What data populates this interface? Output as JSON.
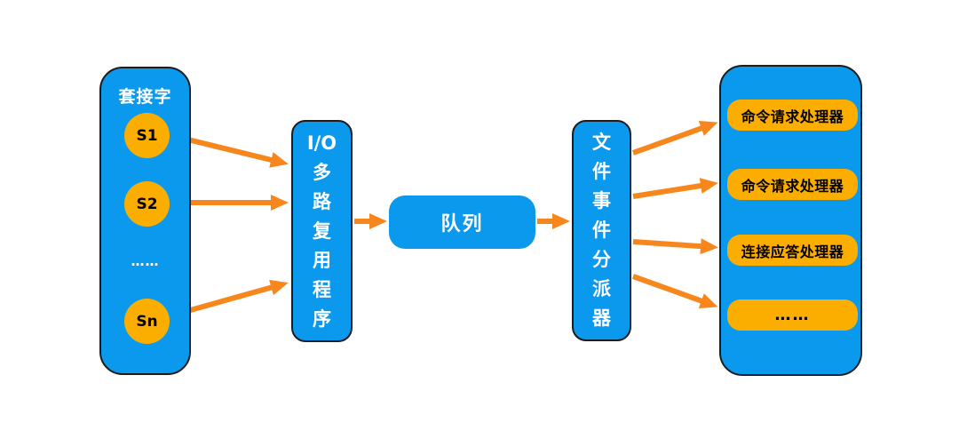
{
  "colors": {
    "panel_blue": "#0a99ec",
    "node_orange": "#fbae00",
    "arrow_orange": "#f7871d",
    "border_dark": "#1c1c1c",
    "text_on_blue": "#ffffff",
    "text_on_orange": "#000000",
    "background": "#ffffff"
  },
  "sockets": {
    "title": "套接字",
    "items": [
      {
        "label": "S1"
      },
      {
        "label": "S2"
      },
      {
        "label": "Sn"
      }
    ],
    "ellipsis": "……"
  },
  "io_multiplexer": {
    "label": "I/O\n多\n路\n复\n用\n程\n序"
  },
  "queue": {
    "label": "队列"
  },
  "dispatcher": {
    "label": "文\n件\n事\n件\n分\n派\n器"
  },
  "handlers": {
    "items": [
      {
        "label": "命令请求处理器"
      },
      {
        "label": "命令请求处理器"
      },
      {
        "label": "连接应答处理器"
      },
      {
        "label": "……"
      }
    ]
  }
}
